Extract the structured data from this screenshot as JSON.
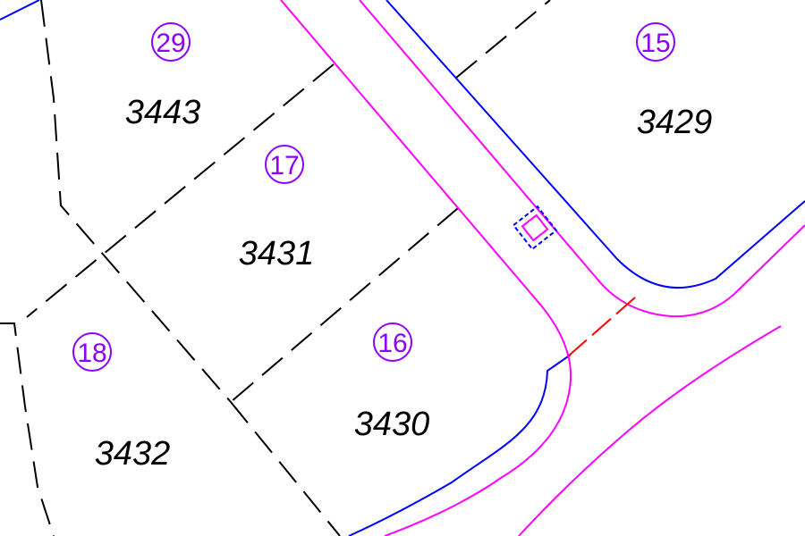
{
  "colors": {
    "background": "#ffffff",
    "parcel_boundary": "#000000",
    "road_edge": "#0000ff",
    "building_line": "#ff00ff",
    "house_number": "#8b00ff",
    "marker": "#ff0000",
    "parcel_number_text": "#000000"
  },
  "parcels": [
    {
      "number": "3443",
      "house_number": "29"
    },
    {
      "number": "3429",
      "house_number": "15"
    },
    {
      "number": "3431",
      "house_number": "17"
    },
    {
      "number": "3430",
      "house_number": "16"
    },
    {
      "number": "3432",
      "house_number": "18"
    }
  ],
  "symbols": {
    "manhole": "manhole-square-icon"
  }
}
